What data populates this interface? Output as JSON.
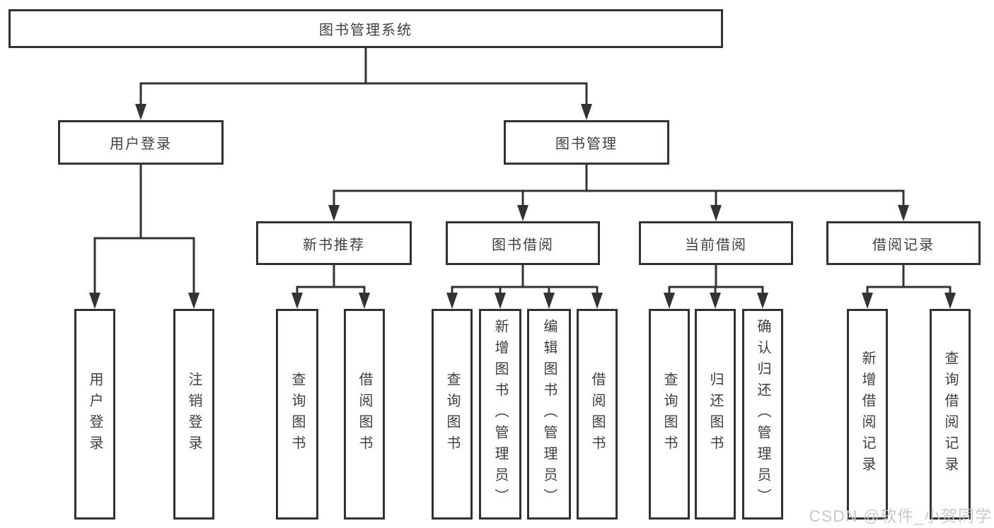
{
  "diagram": {
    "root_label": "图书管理系统",
    "level2": [
      {
        "label": "用户登录"
      },
      {
        "label": "图书管理"
      }
    ],
    "level3": [
      {
        "label": "新书推荐"
      },
      {
        "label": "图书借阅"
      },
      {
        "label": "当前借阅"
      },
      {
        "label": "借阅记录"
      }
    ],
    "leaves": [
      {
        "label": "用户登录"
      },
      {
        "label": "注销登录"
      },
      {
        "label": "查询图书"
      },
      {
        "label": "借阅图书"
      },
      {
        "label": "查询图书"
      },
      {
        "label": "新增图书（管理员）"
      },
      {
        "label": "编辑图书（管理员）"
      },
      {
        "label": "借阅图书"
      },
      {
        "label": "查询图书"
      },
      {
        "label": "归还图书"
      },
      {
        "label": "确认归还（管理员）"
      },
      {
        "label": "新增借阅记录"
      },
      {
        "label": "查询借阅记录"
      }
    ]
  },
  "watermark": {
    "text": "CSDN @软件_小贺同学"
  },
  "colors": {
    "line": "#333333",
    "border": "#323232",
    "text": "#3e3e44",
    "watermark": "#c6c6c6",
    "background": "#ffffff"
  }
}
